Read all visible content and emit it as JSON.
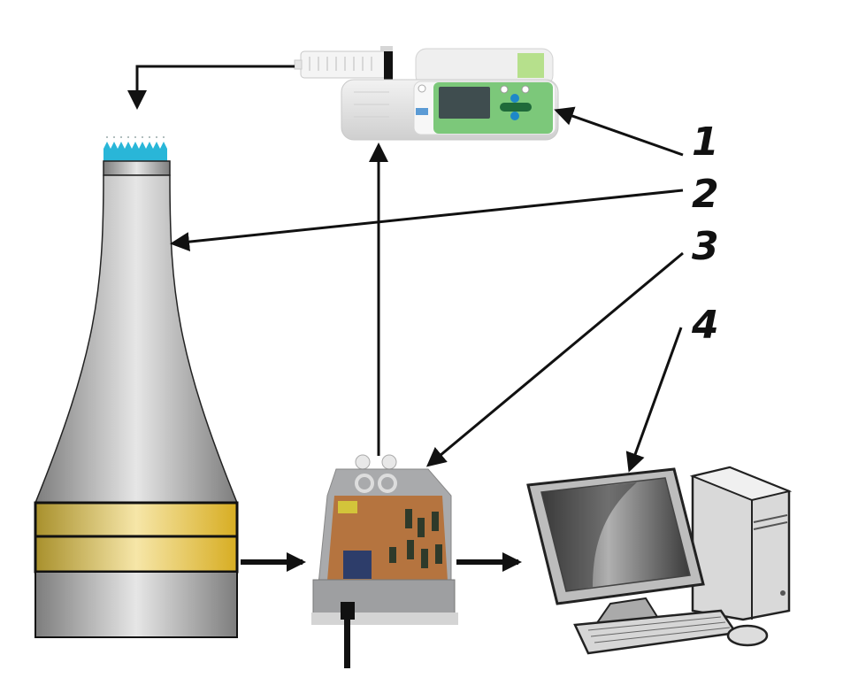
{
  "diagram": {
    "type": "experimental-setup-schematic",
    "components": [
      {
        "id": "1",
        "label": "1",
        "description": "syringe-pump"
      },
      {
        "id": "2",
        "label": "2",
        "description": "ultrasonic-horn-atomizer"
      },
      {
        "id": "3",
        "label": "3",
        "description": "control-circuit-box"
      },
      {
        "id": "4",
        "label": "4",
        "description": "computer"
      }
    ],
    "connections": [
      {
        "from": "syringe-pump",
        "to": "atomizer-tip",
        "kind": "liquid-feed"
      },
      {
        "from": "control-circuit-box",
        "to": "syringe-pump",
        "kind": "control"
      },
      {
        "from": "ultrasonic-horn-atomizer",
        "to": "control-circuit-box",
        "kind": "signal"
      },
      {
        "from": "control-circuit-box",
        "to": "computer",
        "kind": "signal"
      }
    ],
    "colors": {
      "arrow": "#111111",
      "tip_liquid": "#29b6d8",
      "piezo_ring": "#e2c23a",
      "horn_metal": "#bdbdbd",
      "pump_panel": "#7cc87a",
      "pump_button": "#1e88c8",
      "pcb": "#b5743f",
      "case": "#9e9fa1"
    }
  }
}
